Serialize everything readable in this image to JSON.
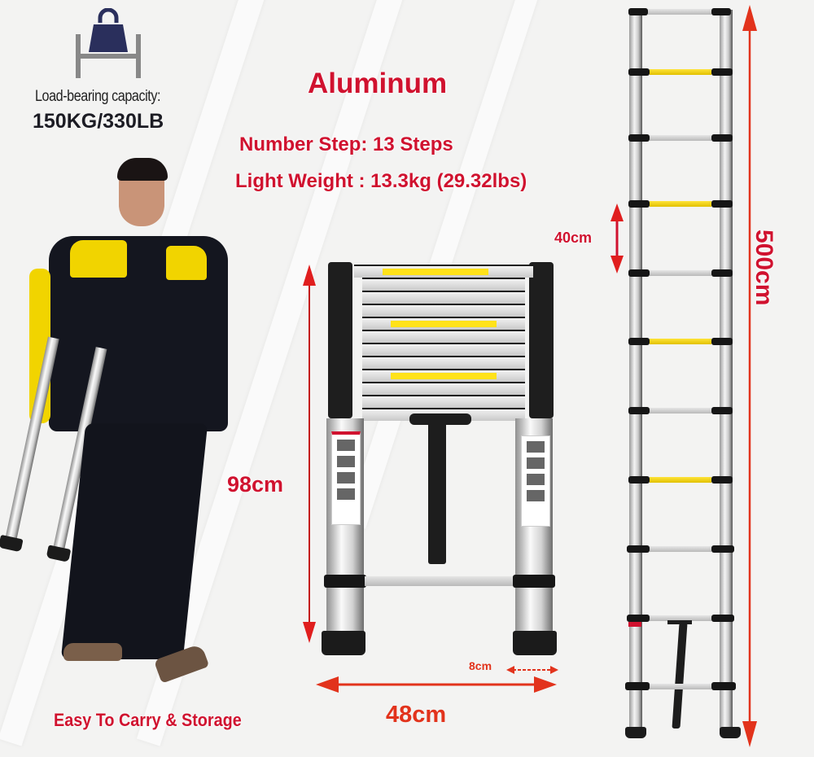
{
  "product": {
    "material": "Aluminum",
    "specs": {
      "steps": "Number Step: 13 Steps",
      "weight": "Light Weight : 13.3kg (29.32lbs)"
    },
    "load_capacity": {
      "icon": "weight-on-stand-icon",
      "label": "Load-bearing capacity:",
      "value": "150KG/330LB"
    },
    "tagline": "Easy To Carry & Storage"
  },
  "dimensions": {
    "collapsed_height": "98cm",
    "collapsed_width": "48cm",
    "rail_depth": "8cm",
    "step_spacing": "40cm",
    "extended_height": "500cm"
  },
  "colors": {
    "headline_red": "#d0122f",
    "dimension_orange": "#e2331c",
    "icon_navy": "#2a2f5c",
    "ladder_black": "#161616",
    "label_yellow": "#ffe21a"
  }
}
